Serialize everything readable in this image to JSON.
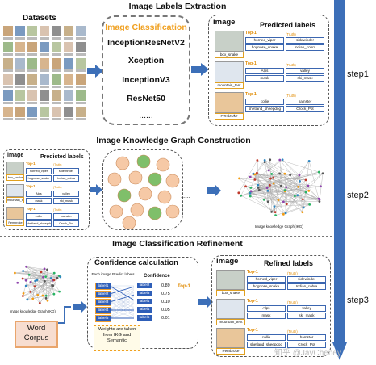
{
  "section1": {
    "title": "Image Labels Extraction",
    "datasets_label": "Datasets",
    "models": [
      "Image Classification",
      "InceptionResNetV2",
      "Xception",
      "InceptionV3",
      "ResNet50",
      "......"
    ],
    "image_header": "image",
    "labels_header": "Predicted labels",
    "top1": "Top-1",
    "truth": "(Truth)",
    "rows": [
      {
        "labels": [
          "horned_viper",
          "hognose_snake",
          "sidewinder",
          "Indian_cobra",
          "box_snake"
        ]
      },
      {
        "labels": [
          "Alps",
          "mask",
          "valley",
          "ski_mask",
          "mountain_tent"
        ]
      },
      {
        "labels": [
          "collie",
          "shetland_sheepdog",
          "hamster",
          "Crock_Pot",
          "Pembroke"
        ]
      }
    ],
    "step": "step1"
  },
  "section2": {
    "title": "Image Knowledge Graph Construction",
    "image_header": "image",
    "labels_header": "Predicted labels",
    "graph_caption": "Image knowledge Graph(IKG)",
    "step": "step2"
  },
  "section3": {
    "title": "Image Classification Refinement",
    "graph_caption": "image knowledge Graph(IKG)",
    "corpus_label": "Word Corpus",
    "conf_title": "Confidence calculation",
    "conf_sub": "Each image Predict labels",
    "conf_header": "Confidence",
    "left_labels": [
      "label1",
      "label2",
      "label3",
      "label4",
      "label5"
    ],
    "right_labels": [
      "label2",
      "label3",
      "label1",
      "label4",
      "label5"
    ],
    "values": [
      "0.89",
      "0.75",
      "0.10",
      "0.05",
      "0.01"
    ],
    "top1": "Top-1",
    "weights_note": "Weights are taken from IKG and Semantic",
    "image_header": "image",
    "labels_header": "Refined labels",
    "rows": [
      {
        "labels": [
          "horned_viper",
          "hognose_snake",
          "sidewinder",
          "Indian_cobra",
          "box_snake"
        ]
      },
      {
        "labels": [
          "Alps",
          "mask",
          "valley",
          "ski_mask",
          "mountain_tent"
        ]
      },
      {
        "labels": [
          "collie",
          "shetland_sheepdog",
          "hamster",
          "Crock_Pot",
          "Pembroke"
        ]
      }
    ],
    "step": "step3"
  },
  "watermark": "知乎 @JayCheney",
  "colors": {
    "arrow": "#3c6fb8",
    "node_green": "#7fbf6a",
    "node_peach": "#f6c9a6",
    "truth": "#e08a00"
  }
}
